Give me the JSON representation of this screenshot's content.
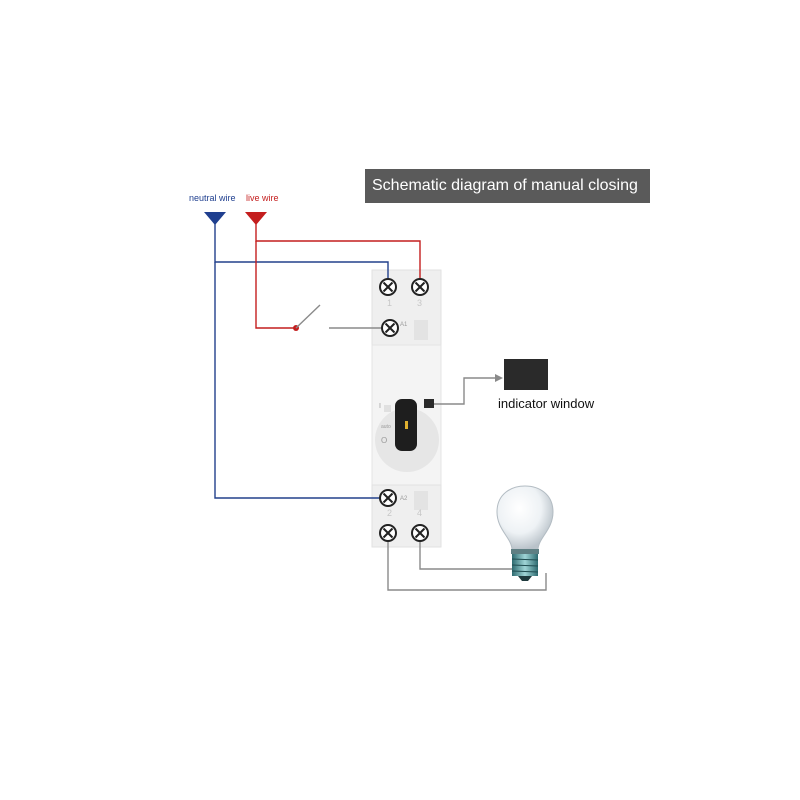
{
  "title": "Schematic diagram of manual closing",
  "labels": {
    "neutral_wire": "neutral wire",
    "live_wire": "live wire",
    "indicator_window": "indicator window"
  },
  "terminals": {
    "t1": "1",
    "t3": "3",
    "a1": "A1",
    "a2": "A2",
    "t2": "2",
    "t4": "4"
  },
  "switch_marks": {
    "on": "I",
    "auto": "auto",
    "off": "O"
  },
  "colors": {
    "neutral": "#22408c",
    "live": "#c41e1e",
    "wire_gray": "#8a8a8a",
    "title_bg": "#5a5a5a",
    "device_body": "#f2f2f2",
    "indicator": "#2a2a2a"
  },
  "icons": [
    "neutral-triangle-icon",
    "live-triangle-icon",
    "terminal-screw-icon",
    "light-bulb-icon",
    "switch-icon"
  ]
}
